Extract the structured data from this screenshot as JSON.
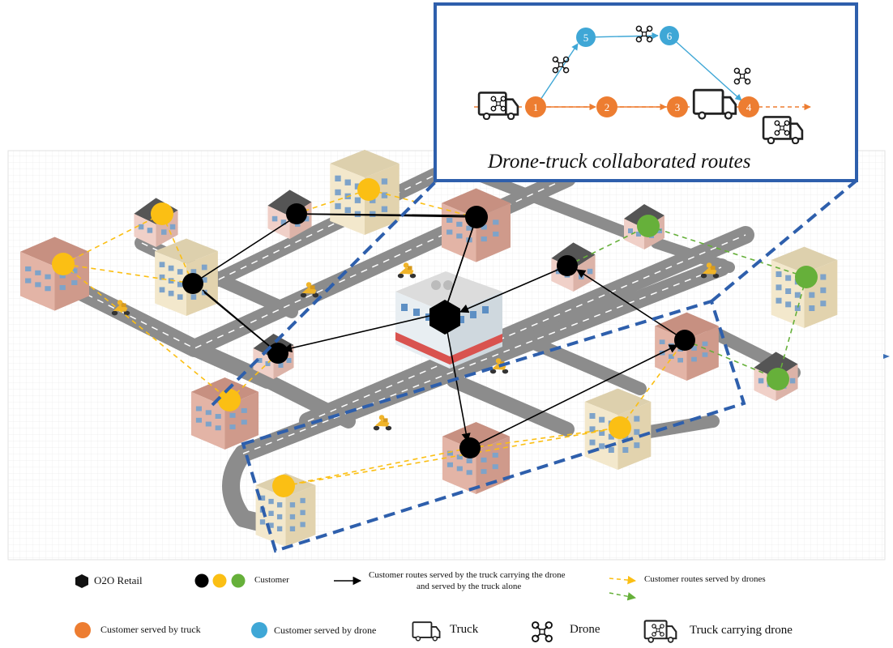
{
  "inset": {
    "title": "Drone-truck collaborated routes",
    "truck_nodes": [
      "1",
      "2",
      "3",
      "4"
    ],
    "drone_nodes": [
      "5",
      "6"
    ]
  },
  "legend": {
    "o2o_retail": "O2O Retail",
    "customer": "Customer",
    "truck_routes_line1": "Customer routes served by the truck carrying the drone",
    "truck_routes_line2": "and  served by the truck alone",
    "drone_routes": "Customer routes served by drones",
    "served_by_truck": "Customer served by truck",
    "served_by_drone": "Customer served by drone",
    "truck": "Truck",
    "drone": "Drone",
    "truck_carrying_drone": "Truck carrying drone"
  },
  "colors": {
    "truck_customer": "#ed7d31",
    "drone_customer": "#3fa7d6",
    "yellow_customer": "#fbbf14",
    "green_customer": "#66b03a",
    "black_customer": "#000000",
    "highlight_box": "#2e5fac",
    "road": "#8a8a8a",
    "building_pink": "#d8a79a",
    "building_cream": "#efe3c4"
  },
  "icons": [
    "hexagon-icon",
    "truck-icon",
    "drone-icon",
    "truck-carrying-drone-icon",
    "arrow-icon",
    "dashed-arrow-icon"
  ]
}
